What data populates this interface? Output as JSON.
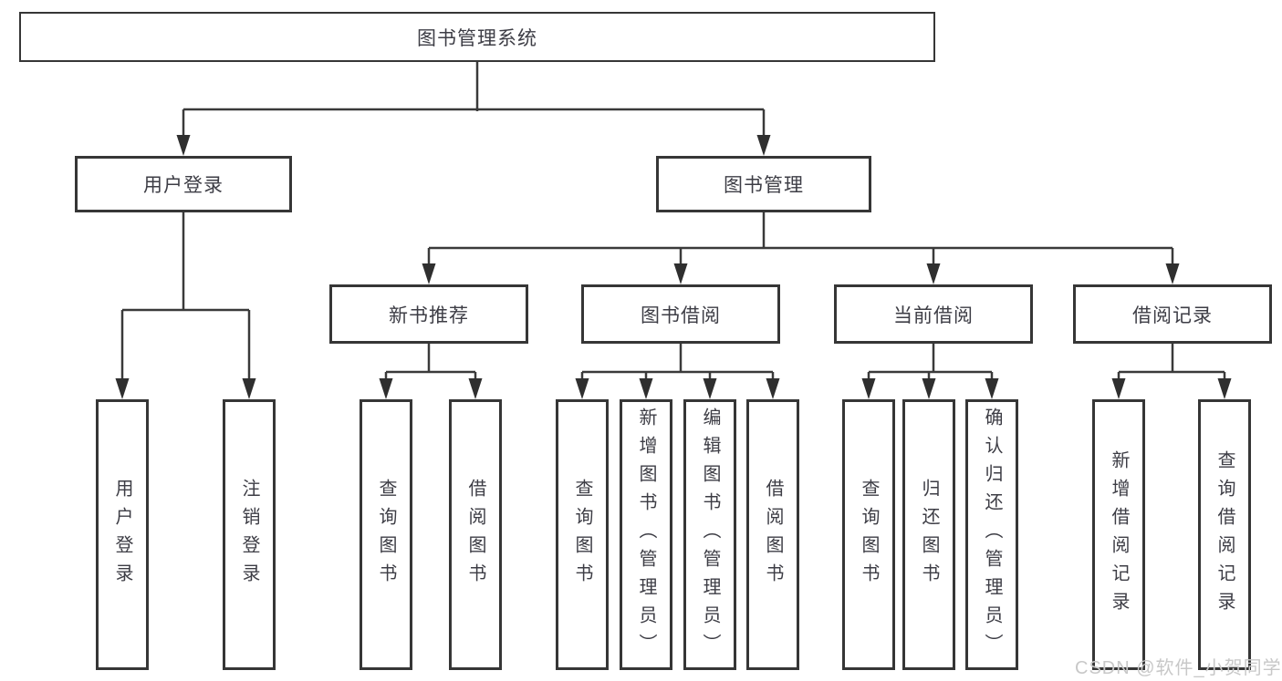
{
  "tree": {
    "label": "图书管理系统",
    "children": [
      {
        "label": "用户登录",
        "children": [
          {
            "label": "用户登录"
          },
          {
            "label": "注销登录"
          }
        ]
      },
      {
        "label": "图书管理",
        "children": [
          {
            "label": "新书推荐",
            "children": [
              {
                "label": "查询图书"
              },
              {
                "label": "借阅图书"
              }
            ]
          },
          {
            "label": "图书借阅",
            "children": [
              {
                "label": "查询图书"
              },
              {
                "label": "新增图书（管理员）"
              },
              {
                "label": "编辑图书（管理员）"
              },
              {
                "label": "借阅图书"
              }
            ]
          },
          {
            "label": "当前借阅",
            "children": [
              {
                "label": "查询图书"
              },
              {
                "label": "归还图书"
              },
              {
                "label": "确认归还（管理员）"
              }
            ]
          },
          {
            "label": "借阅记录",
            "children": [
              {
                "label": "新增借阅记录"
              },
              {
                "label": "查询借阅记录"
              }
            ]
          }
        ]
      }
    ]
  },
  "watermark": {
    "text": "CSDN @软件_小贺同学"
  },
  "colors": {
    "line": "#3a3a3a",
    "arrow": "#2f2f2f",
    "box_border": "#363636",
    "text": "#3d3d45",
    "watermark": "#c8c8c8",
    "background": "#ffffff"
  }
}
